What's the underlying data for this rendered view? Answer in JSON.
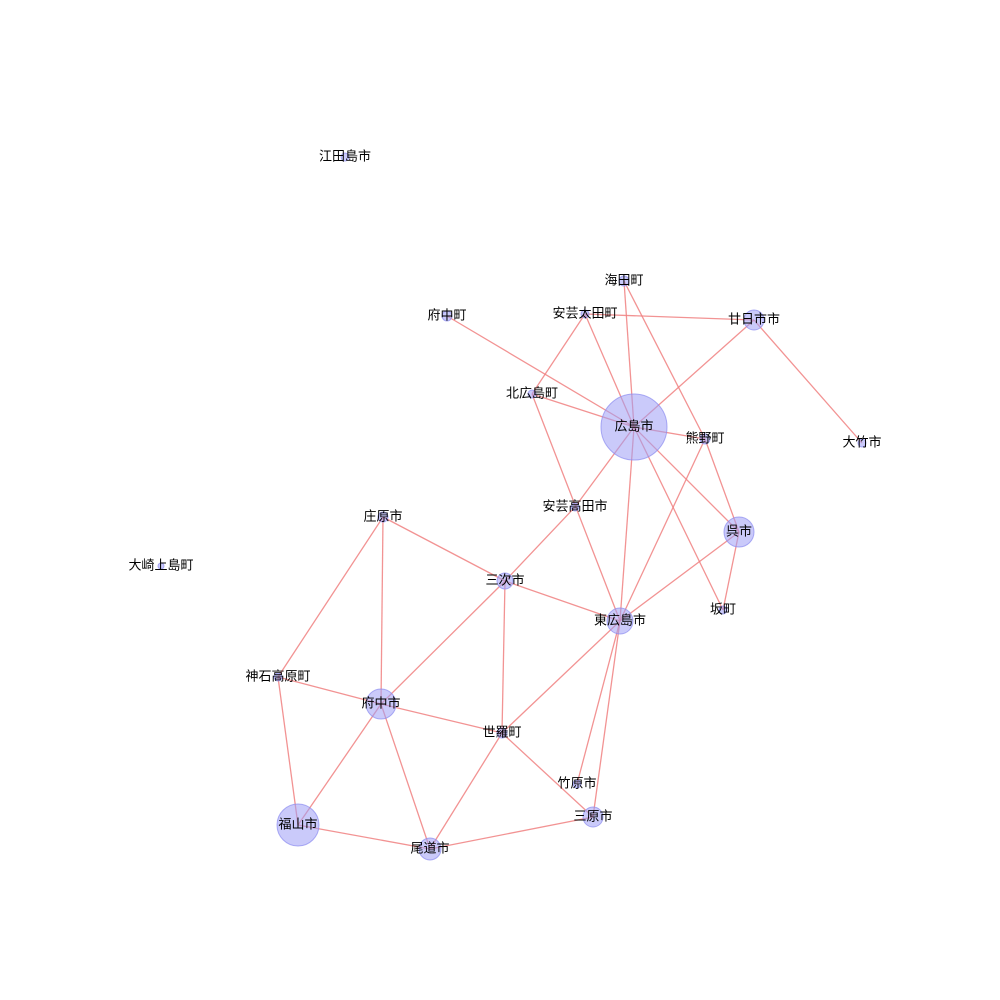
{
  "graph": {
    "nodes": [
      {
        "id": "hiroshima",
        "label": "広島市",
        "weight": 33
      },
      {
        "id": "fukuyama",
        "label": "福山市",
        "weight": 21
      },
      {
        "id": "higashihiroshima",
        "label": "東広島市",
        "weight": 13
      },
      {
        "id": "fuchu_city",
        "label": "府中市",
        "weight": 15
      },
      {
        "id": "kure",
        "label": "呉市",
        "weight": 15
      },
      {
        "id": "onomichi",
        "label": "尾道市",
        "weight": 11
      },
      {
        "id": "hatsukaichi",
        "label": "廿日市市",
        "weight": 10
      },
      {
        "id": "mihara",
        "label": "三原市",
        "weight": 10
      },
      {
        "id": "miyoshi",
        "label": "三次市",
        "weight": 8
      },
      {
        "id": "sera",
        "label": "世羅町",
        "weight": 5
      },
      {
        "id": "shobara",
        "label": "庄原市",
        "weight": 5
      },
      {
        "id": "jinseki",
        "label": "神石高原町",
        "weight": 4
      },
      {
        "id": "akitakata",
        "label": "安芸高田市",
        "weight": 4
      },
      {
        "id": "kitahiroshima",
        "label": "北広島町",
        "weight": 4
      },
      {
        "id": "akiota",
        "label": "安芸太田町",
        "weight": 4
      },
      {
        "id": "fuchu_town",
        "label": "府中町",
        "weight": 5
      },
      {
        "id": "kaita",
        "label": "海田町",
        "weight": 5
      },
      {
        "id": "kumano",
        "label": "熊野町",
        "weight": 5
      },
      {
        "id": "otake",
        "label": "大竹市",
        "weight": 4
      },
      {
        "id": "saka",
        "label": "坂町",
        "weight": 4
      },
      {
        "id": "takehara",
        "label": "竹原市",
        "weight": 4
      },
      {
        "id": "etajima",
        "label": "江田島市",
        "weight": 4
      },
      {
        "id": "osakikamijima",
        "label": "大崎上島町",
        "weight": 3
      }
    ],
    "edges": [
      [
        "hiroshima",
        "fuchu_town"
      ],
      [
        "hiroshima",
        "akiota"
      ],
      [
        "hiroshima",
        "kaita"
      ],
      [
        "hiroshima",
        "hatsukaichi"
      ],
      [
        "hiroshima",
        "kitahiroshima"
      ],
      [
        "hiroshima",
        "kumano"
      ],
      [
        "hiroshima",
        "kure"
      ],
      [
        "hiroshima",
        "saka"
      ],
      [
        "hiroshima",
        "akitakata"
      ],
      [
        "hiroshima",
        "higashihiroshima"
      ],
      [
        "akiota",
        "hatsukaichi"
      ],
      [
        "akiota",
        "kitahiroshima"
      ],
      [
        "hatsukaichi",
        "otake"
      ],
      [
        "kaita",
        "kumano"
      ],
      [
        "kumano",
        "kure"
      ],
      [
        "kumano",
        "higashihiroshima"
      ],
      [
        "kure",
        "saka"
      ],
      [
        "kure",
        "higashihiroshima"
      ],
      [
        "kitahiroshima",
        "higashihiroshima"
      ],
      [
        "akitakata",
        "miyoshi"
      ],
      [
        "shobara",
        "miyoshi"
      ],
      [
        "shobara",
        "fuchu_city"
      ],
      [
        "shobara",
        "jinseki"
      ],
      [
        "miyoshi",
        "higashihiroshima"
      ],
      [
        "miyoshi",
        "fuchu_city"
      ],
      [
        "miyoshi",
        "sera"
      ],
      [
        "jinseki",
        "fuchu_city"
      ],
      [
        "jinseki",
        "fukuyama"
      ],
      [
        "fuchu_city",
        "sera"
      ],
      [
        "fuchu_city",
        "fukuyama"
      ],
      [
        "fuchu_city",
        "onomichi"
      ],
      [
        "higashihiroshima",
        "sera"
      ],
      [
        "higashihiroshima",
        "takehara"
      ],
      [
        "higashihiroshima",
        "mihara"
      ],
      [
        "sera",
        "onomichi"
      ],
      [
        "sera",
        "mihara"
      ],
      [
        "fukuyama",
        "onomichi"
      ],
      [
        "onomichi",
        "mihara"
      ]
    ]
  }
}
